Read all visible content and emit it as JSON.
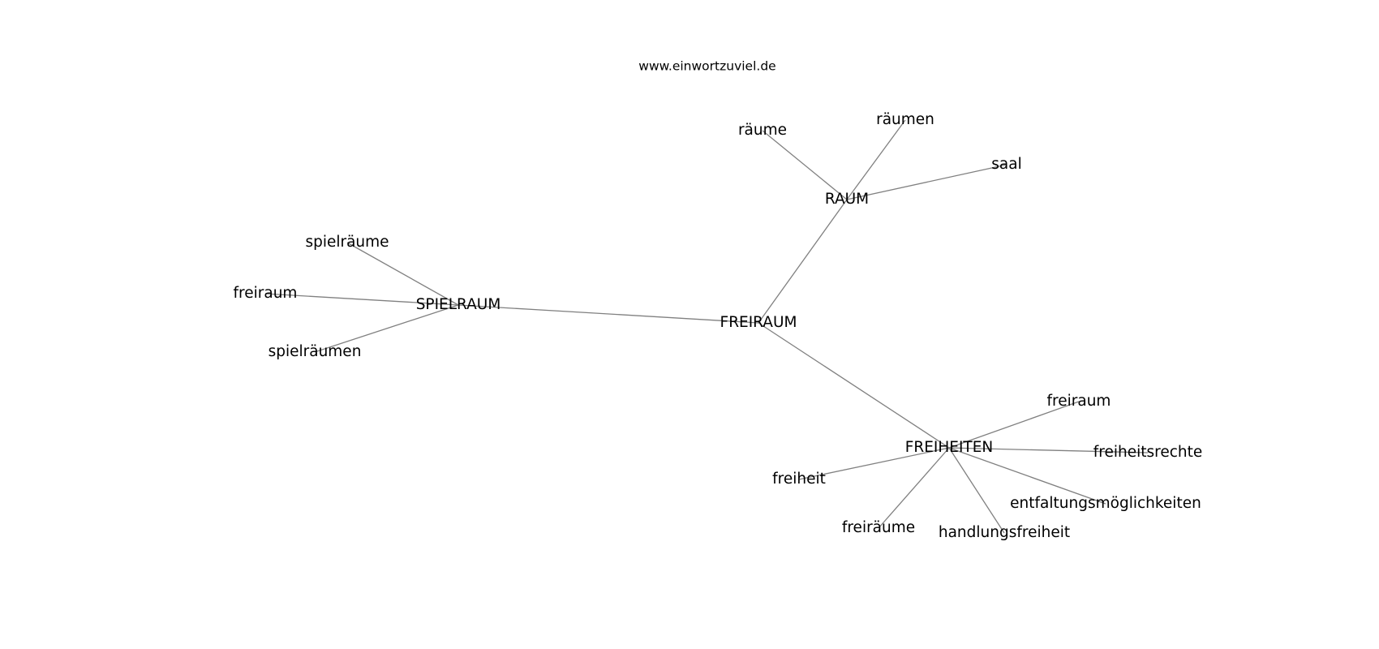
{
  "header": {
    "text": "www.einwortzuviel.de"
  },
  "graph": {
    "edge_color": "#808080",
    "text_color": "#000000",
    "nodes": [
      {
        "id": "freiraum_center",
        "label": "FREIRAUM"
      },
      {
        "id": "raum",
        "label": "RAUM"
      },
      {
        "id": "raeume",
        "label": "räume"
      },
      {
        "id": "raeumen",
        "label": "räumen"
      },
      {
        "id": "saal",
        "label": "saal"
      },
      {
        "id": "spielraum",
        "label": "SPIELRAUM"
      },
      {
        "id": "spielraeume",
        "label": "spielräume"
      },
      {
        "id": "freiraum_left",
        "label": "freiraum"
      },
      {
        "id": "spielraeumen",
        "label": "spielräumen"
      },
      {
        "id": "freiheiten",
        "label": "FREIHEITEN"
      },
      {
        "id": "freiraum_right",
        "label": "freiraum"
      },
      {
        "id": "freiheitsrechte",
        "label": "freiheitsrechte"
      },
      {
        "id": "entfaltung",
        "label": "entfaltungsmöglichkeiten"
      },
      {
        "id": "handlungsfreiheit",
        "label": "handlungsfreiheit"
      },
      {
        "id": "freiraeume",
        "label": "freiräume"
      },
      {
        "id": "freiheit",
        "label": "freiheit"
      }
    ],
    "edges": [
      [
        "freiraum_center",
        "raum"
      ],
      [
        "raum",
        "raeume"
      ],
      [
        "raum",
        "raeumen"
      ],
      [
        "raum",
        "saal"
      ],
      [
        "freiraum_center",
        "spielraum"
      ],
      [
        "spielraum",
        "spielraeume"
      ],
      [
        "spielraum",
        "freiraum_left"
      ],
      [
        "spielraum",
        "spielraeumen"
      ],
      [
        "freiraum_center",
        "freiheiten"
      ],
      [
        "freiheiten",
        "freiraum_right"
      ],
      [
        "freiheiten",
        "freiheitsrechte"
      ],
      [
        "freiheiten",
        "entfaltung"
      ],
      [
        "freiheiten",
        "handlungsfreiheit"
      ],
      [
        "freiheiten",
        "freiraeume"
      ],
      [
        "freiheiten",
        "freiheit"
      ]
    ]
  }
}
